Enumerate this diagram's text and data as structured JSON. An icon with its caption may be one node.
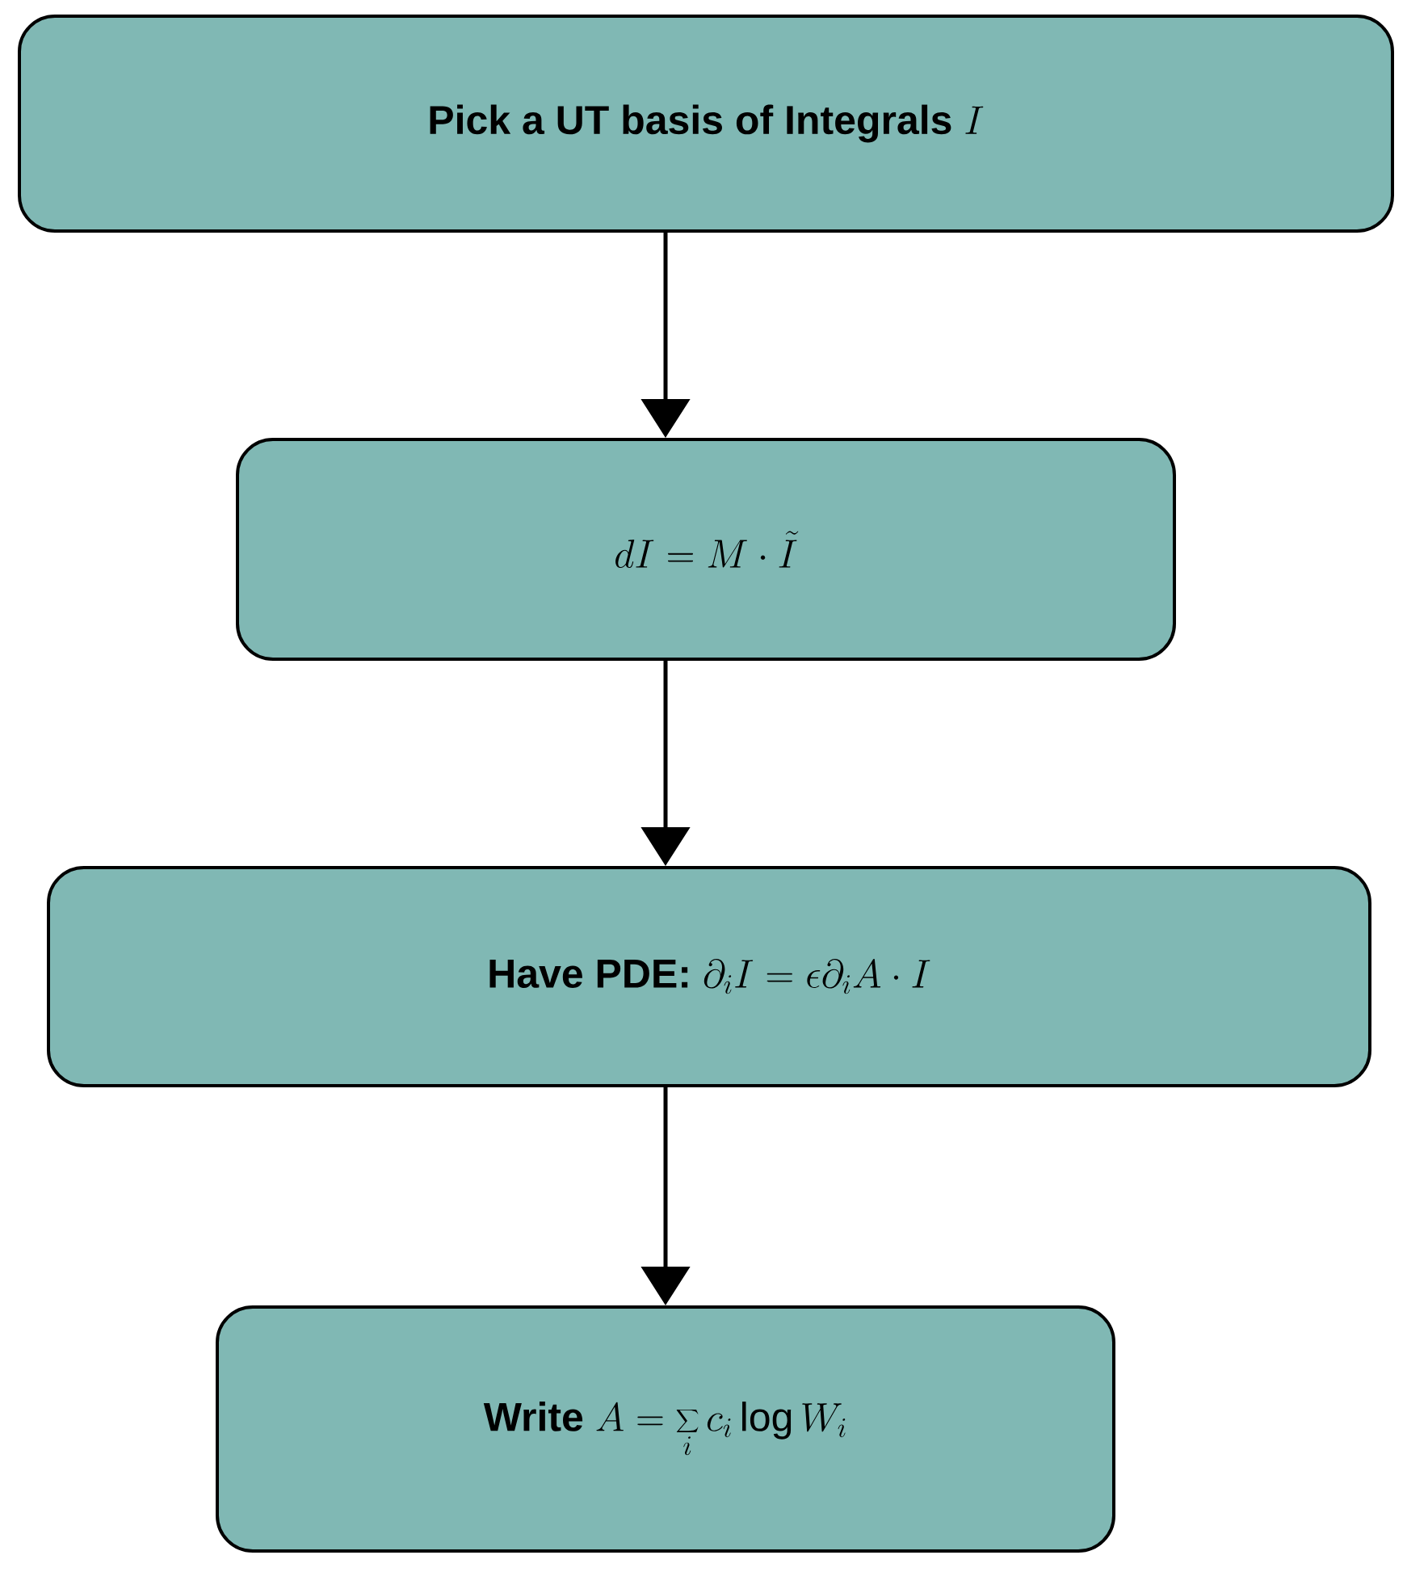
{
  "diagram": {
    "nodes": [
      {
        "text": [
          "Pick a UT basis of Integrals",
          "I"
        ]
      },
      {
        "text": [
          "dI = M \\cdot \\tilde{I}"
        ]
      },
      {
        "text": [
          "Have PDE:",
          "\\partial_i I = \\epsilon \\partial_i A \\cdot I"
        ]
      },
      {
        "text": [
          "Write",
          "A = \\sum_i c_i \\log W_i"
        ]
      }
    ],
    "edges": [
      {
        "from": 0,
        "to": 1,
        "arrow": "to"
      },
      {
        "from": 1,
        "to": 2,
        "arrow": "to"
      },
      {
        "from": 2,
        "to": 3,
        "arrow": "to"
      }
    ]
  }
}
